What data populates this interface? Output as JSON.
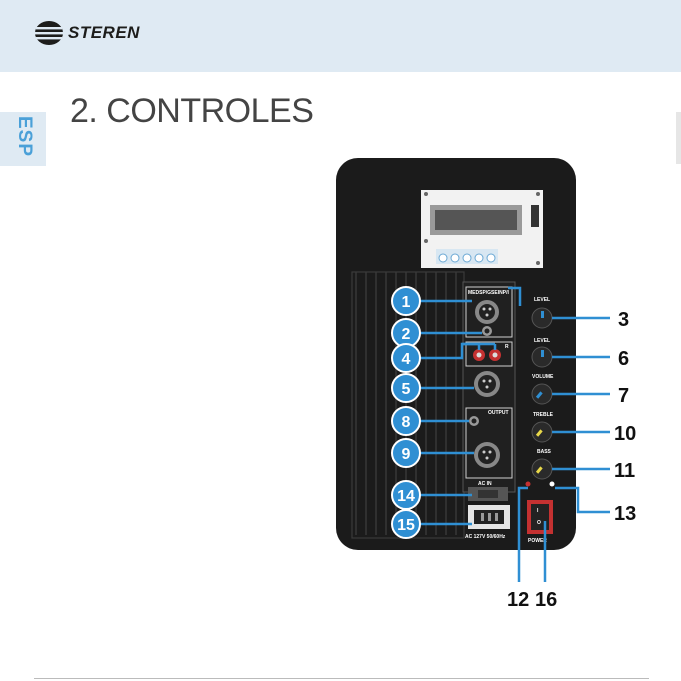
{
  "brand": {
    "name": "STEREN"
  },
  "side_tab": {
    "label": "ESP"
  },
  "page": {
    "title": "2. CONTROLES"
  },
  "panel_labels": {
    "mic_input": "MEDSP/GSEINP/I",
    "level_1": "LEVEL",
    "level_2": "LEVEL",
    "rca_r": "R",
    "output": "OUTPUT",
    "volume": "VOLUME",
    "treble": "TREBLE",
    "bass": "BASS",
    "ac_in": "AC IN",
    "ac_rating": "AC 127V 50/60Hz",
    "power": "POWER"
  },
  "left_badges": [
    "1",
    "2",
    "4",
    "5",
    "8",
    "9",
    "14",
    "15"
  ],
  "right_callouts": [
    "3",
    "6",
    "7",
    "10",
    "11",
    "13"
  ],
  "bottom_callouts": [
    "12",
    "16"
  ],
  "colors": {
    "accent": "#4aa0d8",
    "header_bg": "#dfeaf3",
    "badge": "#2f8fd3",
    "panel": "#1b1b1b"
  }
}
